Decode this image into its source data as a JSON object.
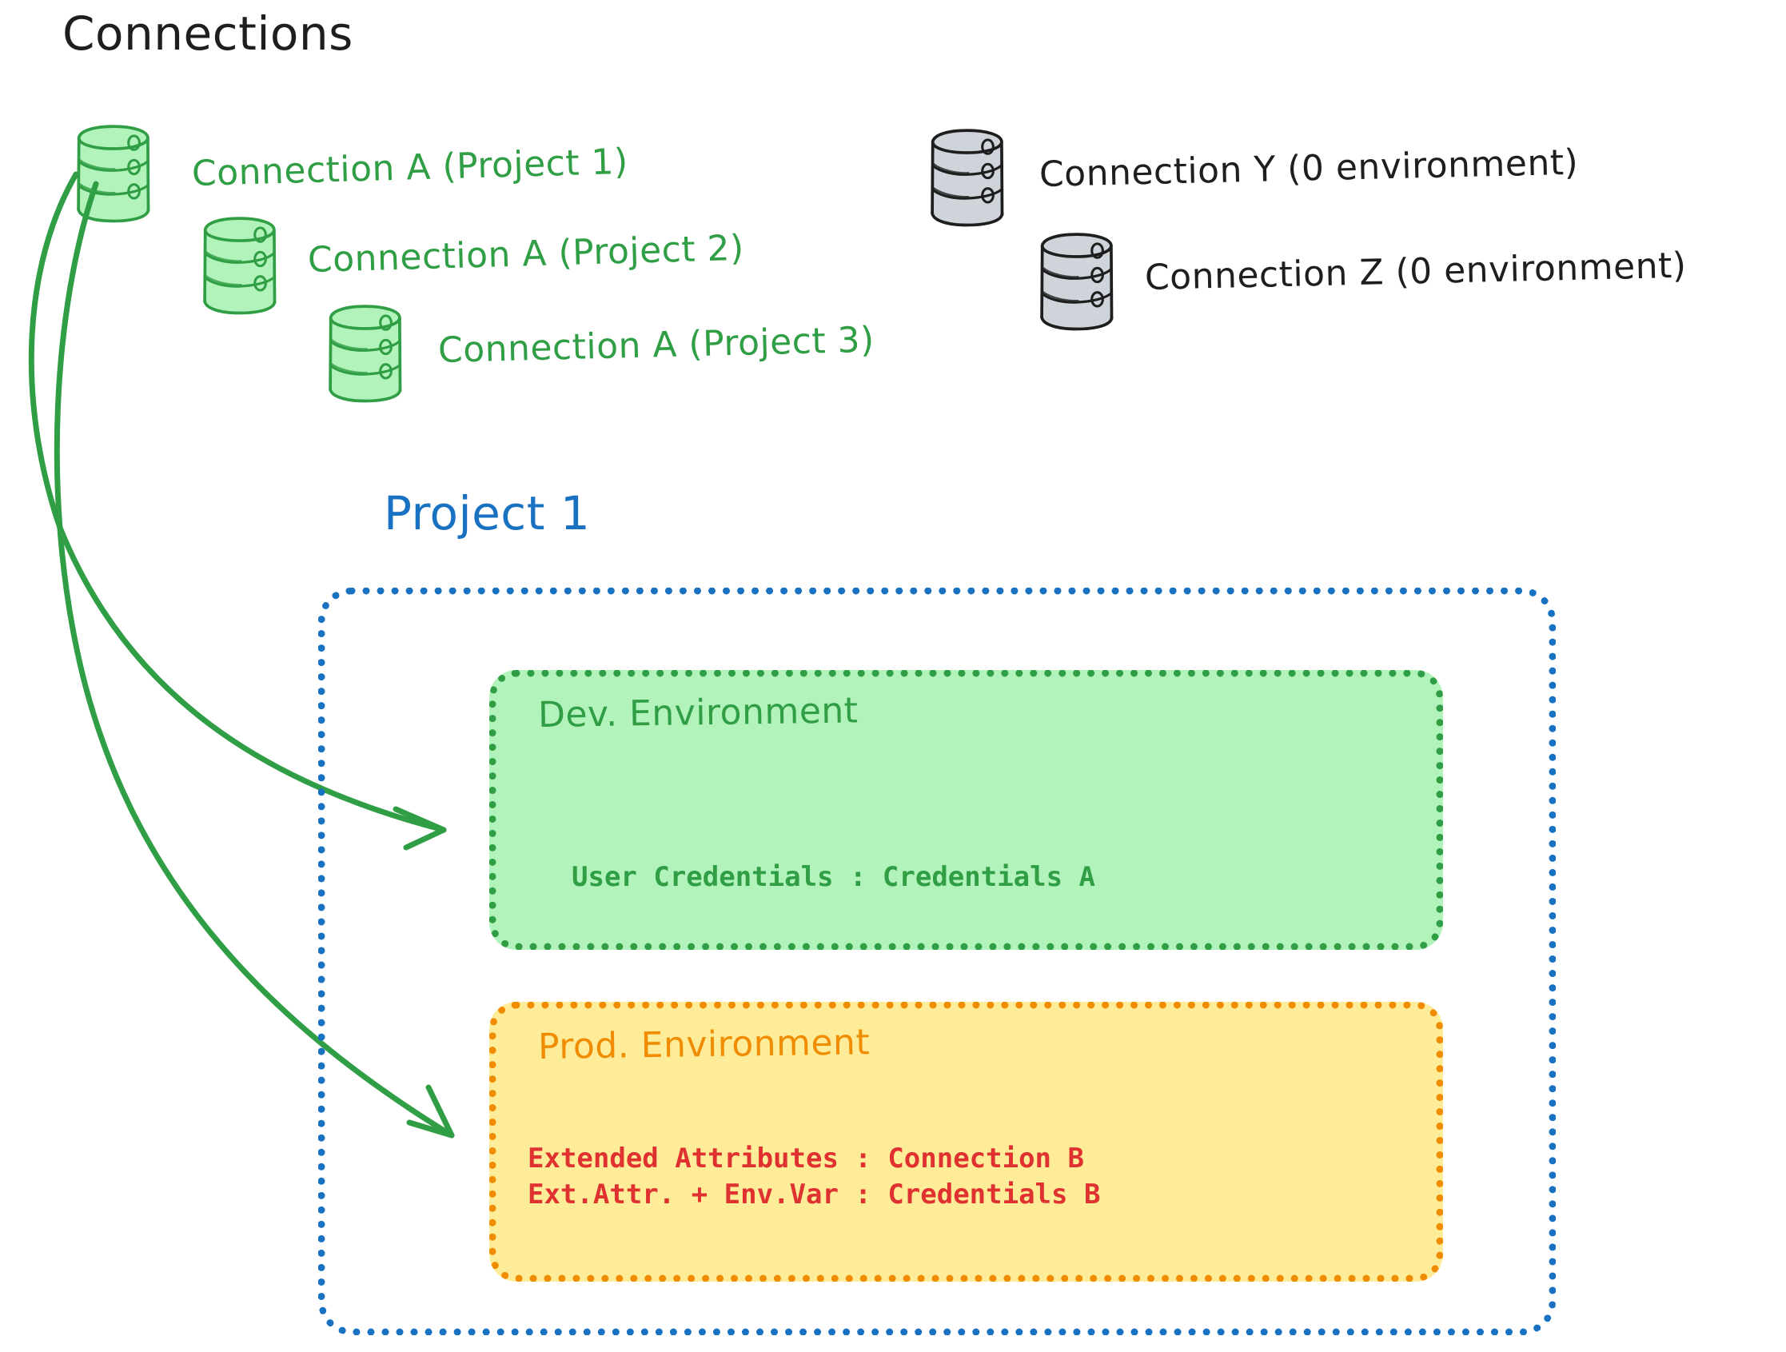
{
  "diagram": {
    "title": "Connections",
    "project_title": "Project 1"
  },
  "connections": {
    "green": [
      {
        "label": "Connection A (Project 1)",
        "icon": "database-icon",
        "color": "#2f9e44"
      },
      {
        "label": "Connection A (Project 2)",
        "icon": "database-icon",
        "color": "#2f9e44"
      },
      {
        "label": "Connection A (Project 3)",
        "icon": "database-icon",
        "color": "#2f9e44"
      }
    ],
    "gray": [
      {
        "label": "Connection Y (0 environment)",
        "icon": "database-icon",
        "color": "#1e1e1e"
      },
      {
        "label": "Connection Z (0 environment)",
        "icon": "database-icon",
        "color": "#1e1e1e"
      }
    ]
  },
  "environments": [
    {
      "name": "Dev. Environment",
      "accent": "#2f9e44",
      "fill": "#b2f2bb",
      "rows": [
        "User Credentials : Credentials A"
      ]
    },
    {
      "name": "Prod. Environment",
      "accent": "#f08c00",
      "fill": "#ffec99",
      "rows": [
        "Extended Attributes : Connection B",
        "Ext.Attr. + Env.Var : Credentials B"
      ]
    }
  ],
  "arrows": [
    {
      "name": "arrow-connection-a-to-dev",
      "color": "#2f9e44",
      "from": "Connection A (Project 1)",
      "to": "Dev. Environment"
    },
    {
      "name": "arrow-connection-a-to-prod",
      "color": "#2f9e44",
      "from": "Connection A (Project 1)",
      "to": "Prod. Environment"
    }
  ],
  "colors": {
    "green_stroke": "#2f9e44",
    "green_fill": "#b2f2bb",
    "orange_stroke": "#f08c00",
    "orange_fill": "#ffec99",
    "blue_stroke": "#1971c2",
    "gray_stroke": "#1e1e1e",
    "gray_fill": "#ced4da",
    "red_text": "#e03131",
    "black_text": "#1e1e1e"
  }
}
